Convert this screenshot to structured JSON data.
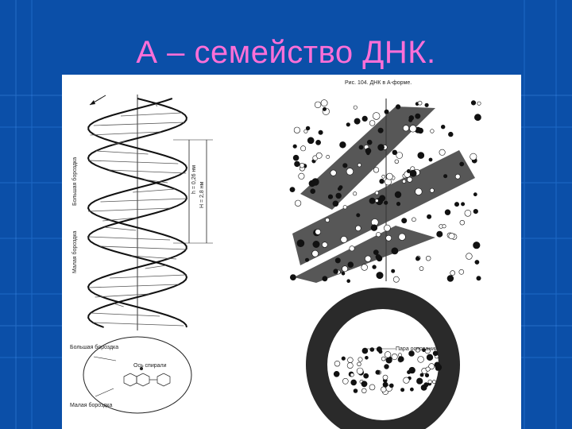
{
  "slide": {
    "title": "А – семейство ДНК.",
    "title_color": "#ff6fd8",
    "background_color": "#0b4fa8"
  },
  "figure": {
    "caption": "Рис. 104. ДНК в А-форме.",
    "left_helix": {
      "major_groove_label": "Большая бороздка",
      "minor_groove_label": "Малая бороздка",
      "pitch_label_small": "h = 0,26 нм",
      "pitch_label_large": "H = 2,8 нм"
    },
    "bottom_left": {
      "major_groove_label": "Большая бороздка",
      "axis_label": "Ось спирали",
      "minor_groove_label": "Малая бороздка"
    },
    "bottom_right": {
      "base_pair_label": "Пара оснований"
    }
  }
}
